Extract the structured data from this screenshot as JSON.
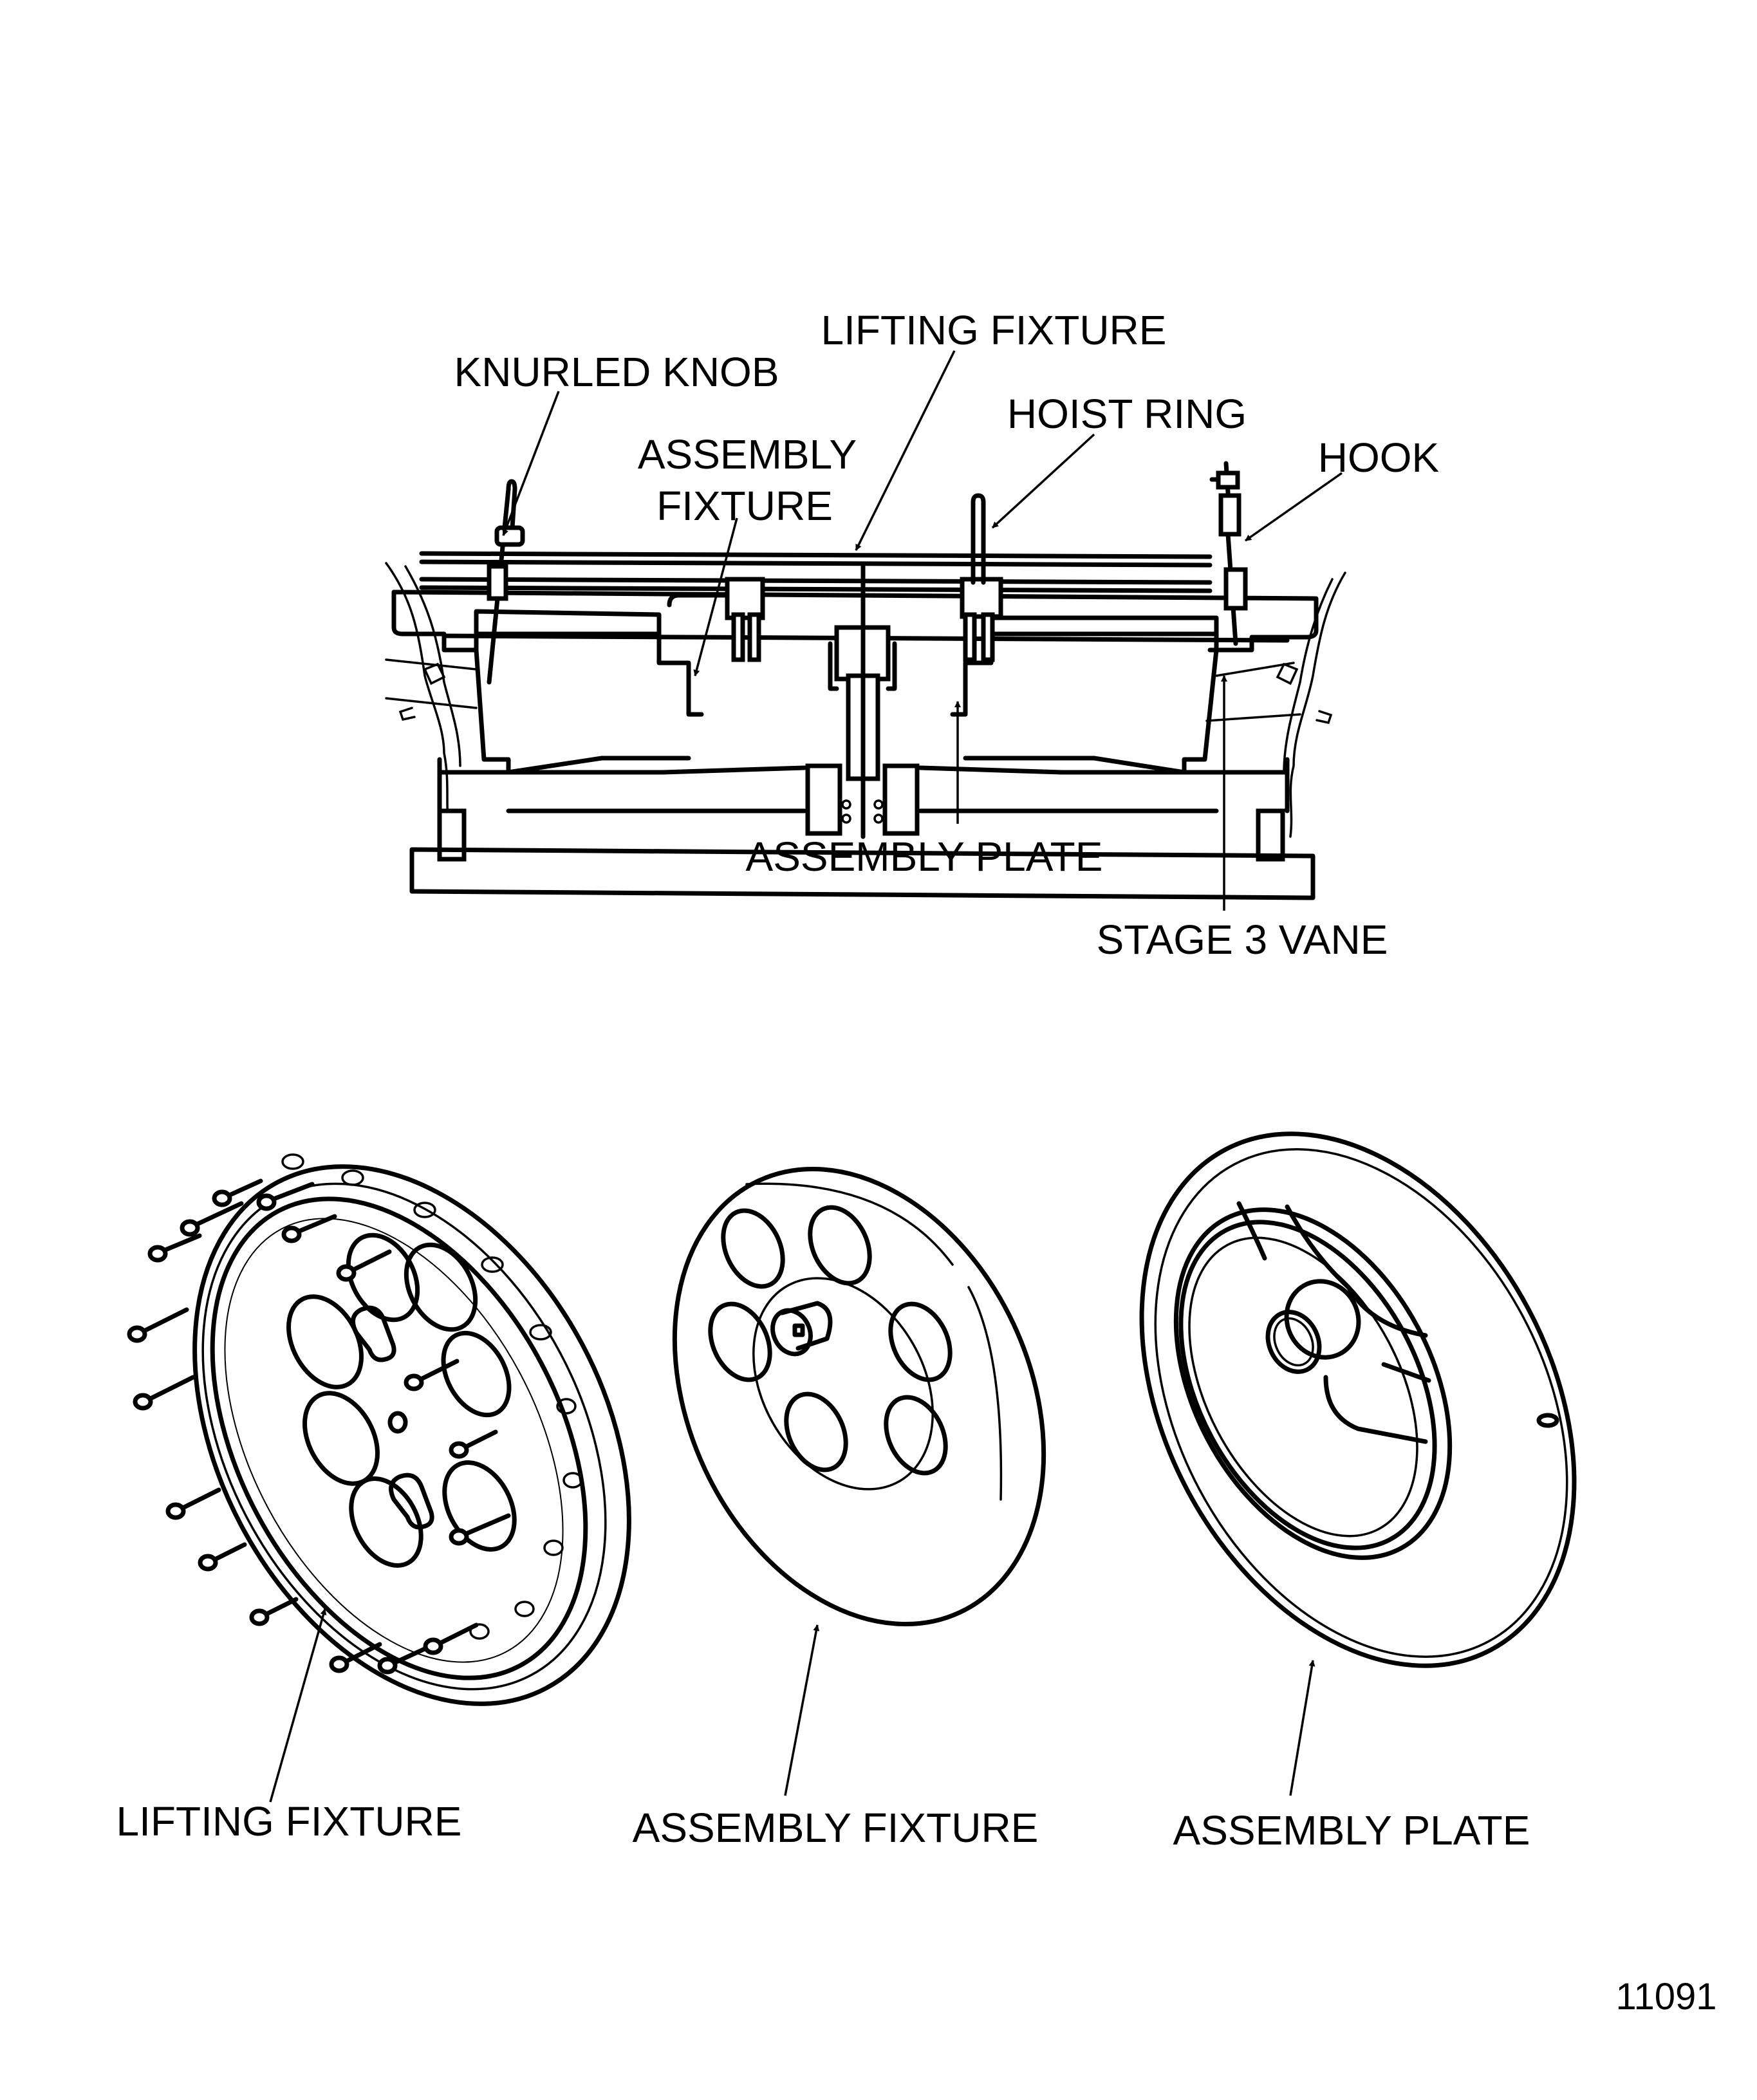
{
  "figure": {
    "figure_number": "11091",
    "assembled_view": {
      "callouts": [
        {
          "id": "knurled-knob",
          "text": "KNURLED KNOB"
        },
        {
          "id": "lifting-fixture",
          "text": "LIFTING FIXTURE"
        },
        {
          "id": "assembly-fixture",
          "lines": [
            "ASSEMBLY",
            "FIXTURE"
          ]
        },
        {
          "id": "hoist-ring",
          "text": "HOIST RING"
        },
        {
          "id": "hook",
          "text": "HOOK"
        },
        {
          "id": "assembly-plate",
          "text": "ASSEMBLY PLATE"
        },
        {
          "id": "stage-3-vane",
          "text": "STAGE 3 VANE"
        }
      ]
    },
    "component_views": [
      {
        "id": "lifting-fixture",
        "label": "LIFTING FIXTURE"
      },
      {
        "id": "assembly-fixture",
        "label": "ASSEMBLY FIXTURE"
      },
      {
        "id": "assembly-plate",
        "label": "ASSEMBLY PLATE"
      }
    ],
    "colors": {
      "ink": "#000000",
      "paper": "#ffffff"
    }
  }
}
